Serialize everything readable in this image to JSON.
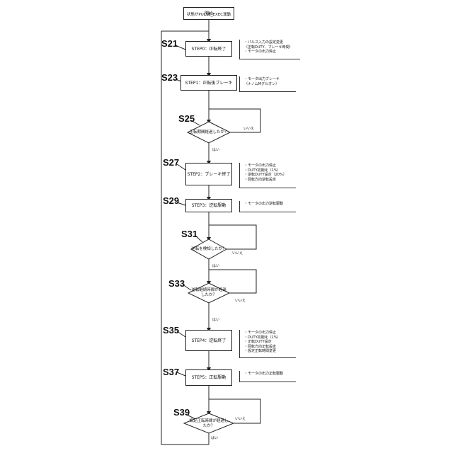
{
  "start": {
    "line1": "開始",
    "line2": "状態がPULSE_EXEC運動"
  },
  "steps": [
    {
      "label": "S21",
      "box": "STEP0：正転終了",
      "note": "・パルス入力の設定変更\n（正転DUTY、ブレーキ時間）\n・モータの出力停止"
    },
    {
      "label": "S23",
      "box": "STEP1：正転後ブレーキ",
      "note": "・モータ出力ブレーキ\n（ナノムMグルオン）"
    },
    {
      "label": "S27",
      "box": "STEP2：ブレーキ終了",
      "note": "・モータの出力停止\n・DUTY初期化（1%）\n・逆転DUTY設定（20%）\n・回転方向逆転設定"
    },
    {
      "label": "S29",
      "box": "STEP3：逆転駆動",
      "note": "・モータの出力逆転駆動"
    },
    {
      "label": "S35",
      "box": "STEP4：逆転終了",
      "note": "・モータの出力停止\n・DUTY初期化（1%）\n・正転DUTY設定\n・回転方向正転設定\n・設定正転時間変更"
    },
    {
      "label": "S37",
      "box": "STEP5：正転駆動",
      "note": "・モータの出力正転駆動"
    }
  ],
  "decisions": [
    {
      "label": "S25",
      "text": "正転期間経過したか？",
      "no": "いいえ",
      "yes": "はい"
    },
    {
      "label": "S31",
      "text": "逆転を検知したか？",
      "no": "いいえ",
      "yes": "はい"
    },
    {
      "label": "S33",
      "text": "逆転継続時間が経過したか？",
      "no": "いいえ",
      "yes": "はい"
    },
    {
      "label": "S39",
      "text": "設定正転時間が経過したか？",
      "no": "いいえ",
      "yes": "はい"
    }
  ]
}
